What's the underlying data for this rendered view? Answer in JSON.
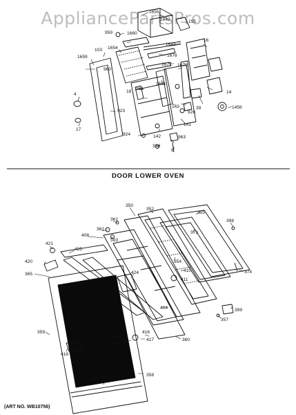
{
  "watermark": "AppliancePartsPros.com",
  "section_title": "DOOR LOWER OVEN",
  "art_number": "(ART NO. WB10756)",
  "upper_labels": [
    "1655",
    "1642",
    "155",
    "959",
    "1660",
    "1643",
    "16",
    "1654",
    "103",
    "1659",
    "1678",
    "960",
    "1677",
    "1679",
    "1601",
    "961",
    "18",
    "143",
    "926",
    "39",
    "14",
    "4",
    "923",
    "1458",
    "17",
    "141",
    "924",
    "142",
    "963",
    "359",
    "8"
  ],
  "lower_labels": [
    "350",
    "352",
    "355",
    "398",
    "361",
    "373",
    "362",
    "393",
    "421",
    "425",
    "408",
    "354",
    "420",
    "410",
    "411",
    "374",
    "365",
    "424",
    "404",
    "399",
    "357",
    "359",
    "422",
    "399",
    "417",
    "416",
    "360",
    "418",
    "419",
    "358"
  ]
}
